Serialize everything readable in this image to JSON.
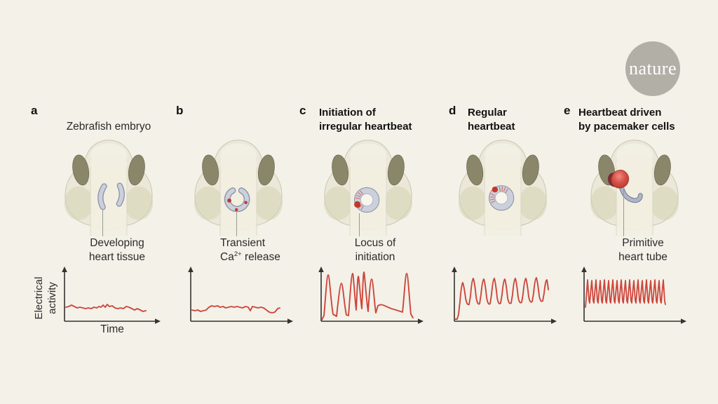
{
  "logo": {
    "text": "nature"
  },
  "axis": {
    "y_label_line1": "Electrical",
    "y_label_line2": "activity",
    "x_label": "Time"
  },
  "panels": [
    {
      "letter": "a",
      "subtitle": "Zebrafish embryo",
      "label_line1": "Developing",
      "label_line2": "heart tissue"
    },
    {
      "letter": "b",
      "label_line1": "Transient",
      "label_ca_pre": "Ca",
      "label_ca_sup": "2+",
      "label_ca_post": " release"
    },
    {
      "letter": "c",
      "title_line1": "Initiation of",
      "title_line2": "irregular heartbeat",
      "label_line1": "Locus of",
      "label_line2": "initiation"
    },
    {
      "letter": "d",
      "title_line1": "Regular",
      "title_line2": "heartbeat"
    },
    {
      "letter": "e",
      "title_line1": "Heartbeat driven",
      "title_line2": "by pacemaker cells",
      "label_line1": "Primitive",
      "label_line2": "heart tube"
    }
  ],
  "colors": {
    "background": "#f3f1e8",
    "trace_red": "#cd463c",
    "marker_red": "#c4372c",
    "axis": "#33332f",
    "heart_gray_fill": "#cbd0dc",
    "heart_gray_outline": "#8f95a8",
    "embryo_body": "#ebe8da",
    "embryo_eye": "#8a8669",
    "logo_circle": "#b2afa7",
    "logo_text": "#ffffff"
  }
}
